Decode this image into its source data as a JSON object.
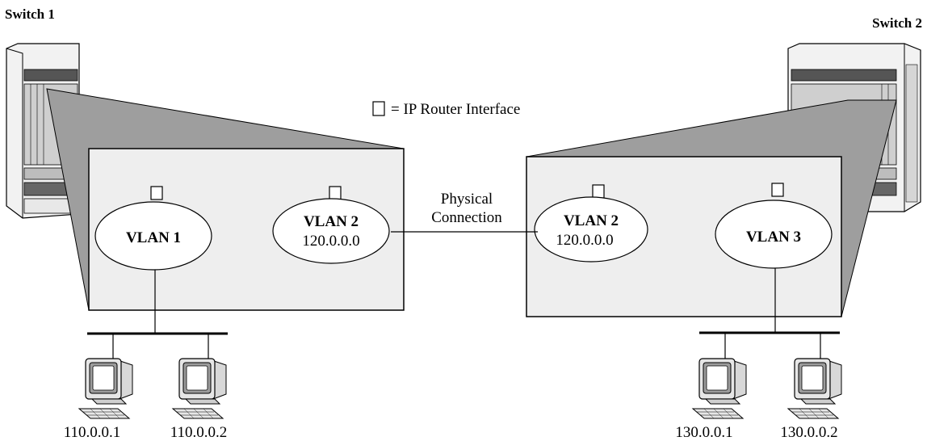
{
  "switches": {
    "left": {
      "label": "Switch 1"
    },
    "right": {
      "label": "Switch 2"
    }
  },
  "legend": {
    "text": "= IP Router Interface"
  },
  "link": {
    "line1": "Physical",
    "line2": "Connection"
  },
  "vlans": {
    "s1_vlan1": {
      "name": "VLAN 1",
      "ip": ""
    },
    "s1_vlan2": {
      "name": "VLAN 2",
      "ip": "120.0.0.0"
    },
    "s2_vlan2": {
      "name": "VLAN 2",
      "ip": "120.0.0.0"
    },
    "s2_vlan3": {
      "name": "VLAN 3",
      "ip": ""
    }
  },
  "hosts": {
    "h1": "110.0.0.1",
    "h2": "110.0.0.2",
    "h3": "130.0.0.1",
    "h4": "130.0.0.2"
  },
  "colors": {
    "switch_zoom_fill": "#9e9e9e",
    "box_fill": "#eeeeee",
    "line": "#000000"
  }
}
